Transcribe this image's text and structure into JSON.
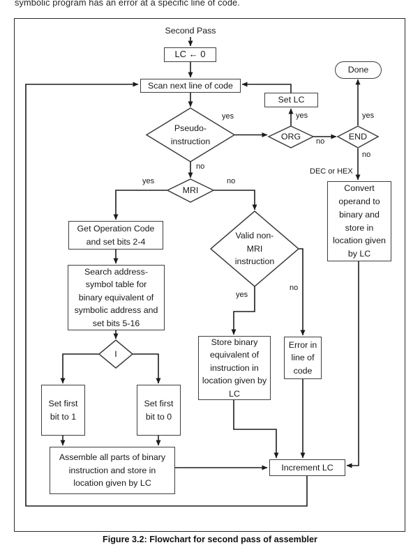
{
  "page": {
    "top_text": "symbolic program has an error at a specific line of code.",
    "caption": "Figure 3.2: Flowchart for second pass of assembler"
  },
  "flowchart": {
    "nodes": {
      "second_pass": "Second Pass",
      "lc_zero": "LC ← 0",
      "scan": "Scan next line of code",
      "set_lc": "Set LC",
      "done": "Done",
      "pseudo": "Pseudo-\ninstruction",
      "org": "ORG",
      "end": "END",
      "convert": "Convert\noperand to\nbinary and\nstore in\nlocation given\nby LC",
      "mri": "MRI",
      "get_op": "Get Operation Code\nand set bits 2-4",
      "valid_non_mri": "Valid non-\nMRI\ninstruction",
      "search": "Search address-\nsymbol table for\nbinary equivalent of\nsymbolic address and\nset bits 5-16",
      "i_bit": "I",
      "set_first_1": "Set first\nbit to 1",
      "set_first_0": "Set first\nbit to 0",
      "store": "Store binary\nequivalent of\ninstruction in\nlocation given by\nLC",
      "error": "Error in\nline of\ncode",
      "assemble": "Assemble all parts of binary\ninstruction and store in\nlocation given by LC",
      "increment": "Increment LC"
    },
    "edge_labels": {
      "pseudo_yes": "yes",
      "pseudo_no": "no",
      "org_yes": "yes",
      "org_no": "no",
      "end_yes": "yes",
      "end_no": "no",
      "dec_hex": "DEC or HEX",
      "mri_yes": "yes",
      "mri_no": "no",
      "valid_yes": "yes",
      "valid_no": "no"
    }
  }
}
